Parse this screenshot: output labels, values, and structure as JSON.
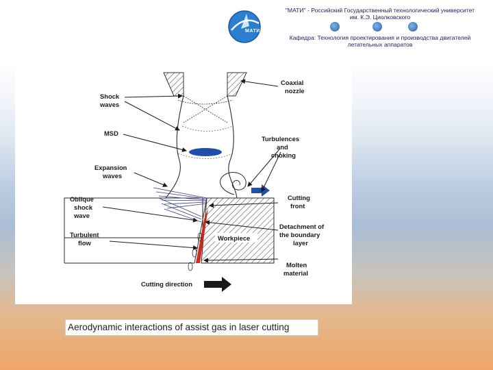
{
  "header": {
    "logo_text": "МАТИ",
    "university_line1": "\"МАТИ\" - Российский Государственный технологический университет",
    "university_line2": "им. К.Э. Циолковского",
    "department_line1": "Кафедра: Технология проектирования и производства двигателей",
    "department_line2": "летательных аппаратов"
  },
  "figure": {
    "labels": {
      "coaxial_nozzle": [
        "Coaxial",
        "nozzle"
      ],
      "shock_waves": [
        "Shock",
        "waves"
      ],
      "msd": [
        "MSD"
      ],
      "turbulences": [
        "Turbulences",
        "and",
        "choking"
      ],
      "expansion_waves": [
        "Expansion",
        "waves"
      ],
      "oblique_shock": [
        "Oblique",
        "shock",
        "wave"
      ],
      "cutting_front": [
        "Cutting",
        "front"
      ],
      "detachment": [
        "Detachment of",
        "the boundary",
        "layer"
      ],
      "turbulent_flow": [
        "Turbulent",
        "flow"
      ],
      "workpiece": [
        "Workpiece"
      ],
      "molten_material": [
        "Molten",
        "material"
      ],
      "cutting_direction": [
        "Cutting direction"
      ]
    },
    "colors": {
      "disk": "#1f4fa8",
      "arrow": "#1f4fa8",
      "molten": "#d02a1a",
      "line": "#2a2a2a"
    }
  },
  "caption": "Aerodynamic interactions of assist gas in laser cutting"
}
